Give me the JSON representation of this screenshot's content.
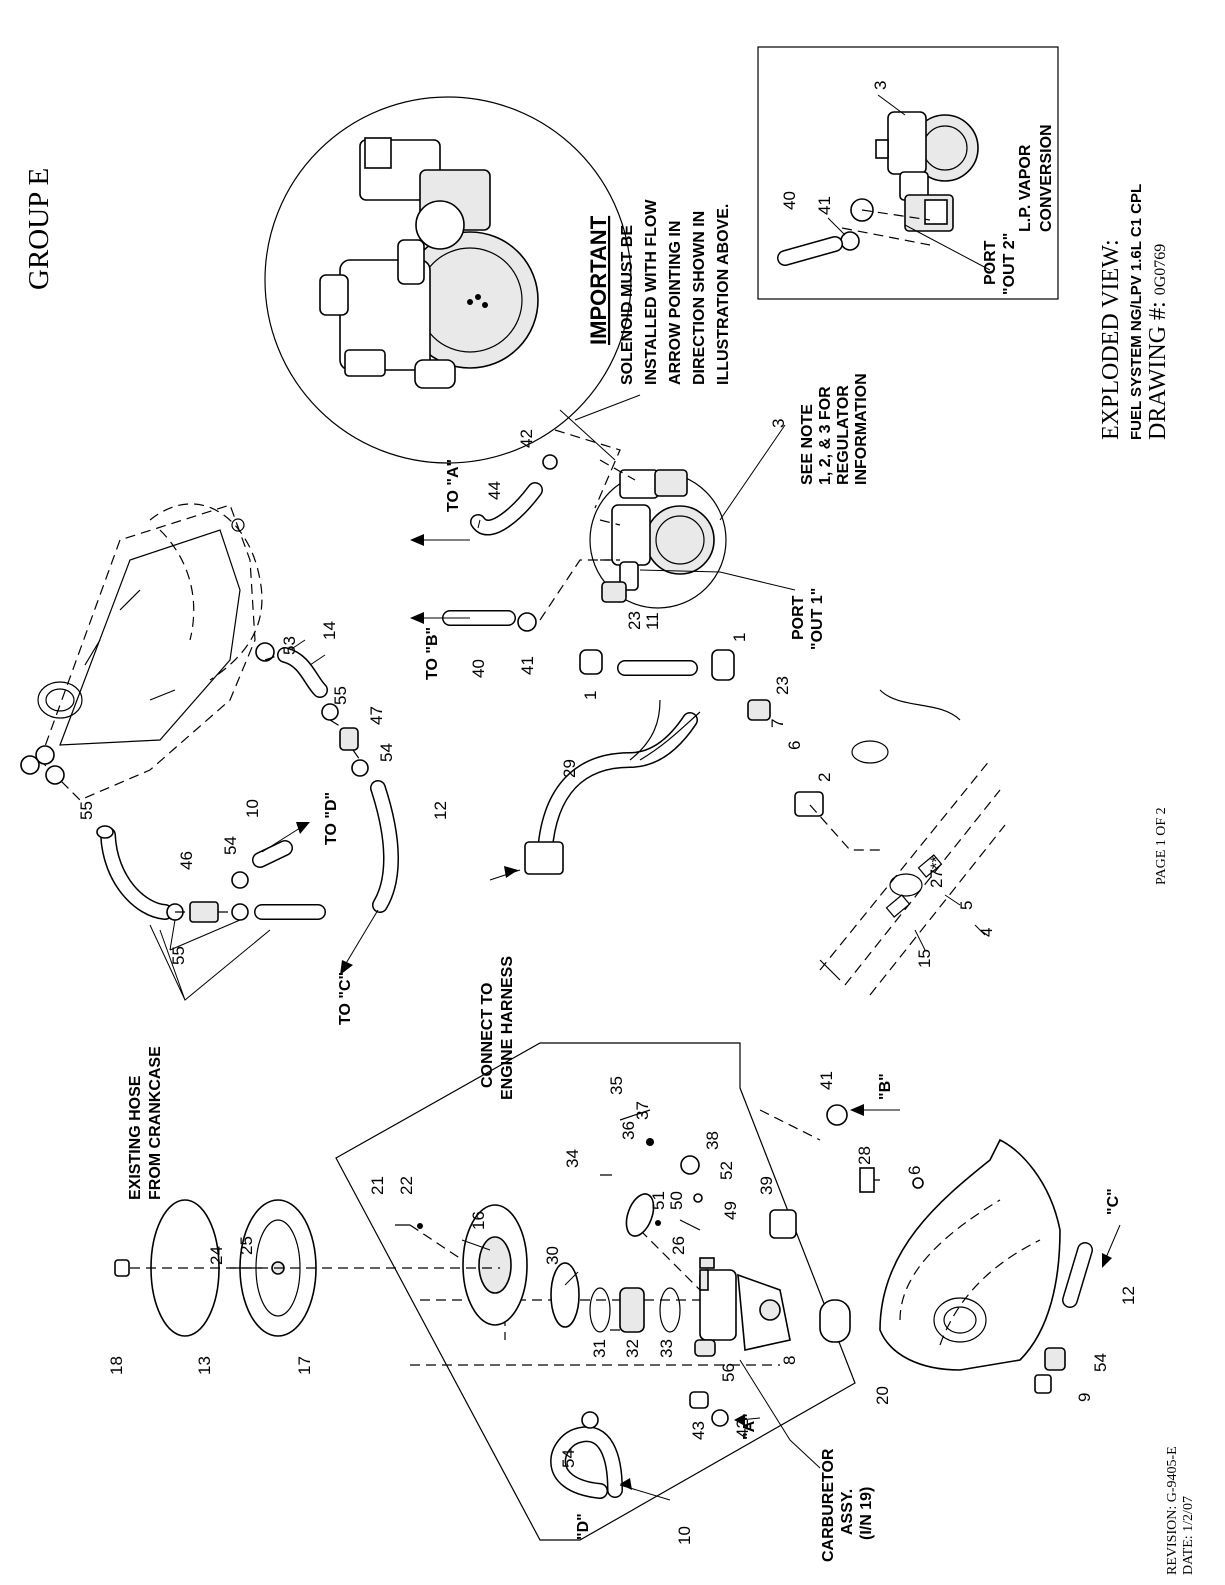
{
  "header": {
    "group_title": "GROUP E"
  },
  "title_block": {
    "view_title": "EXPLODED VIEW:",
    "subtitle": "FUEL SYSTEM NG/LPV 1.6L C1 CPL",
    "drawing_label": "DRAWING #:",
    "drawing_number": "0G0769",
    "page": "PAGE 1 OF 2",
    "revision": "REVISION: G-9405-E",
    "date": "DATE:  1/2/07"
  },
  "notes": {
    "important_heading": "IMPORTANT",
    "important_lines": [
      "SOLENOID MUST BE",
      "INSTALLED WITH FLOW",
      "ARROW POINTING IN",
      "DIRECTION SHOWN IN",
      "ILLUSTRATION ABOVE."
    ],
    "regulator_note": [
      "SEE NOTE",
      "1, 2, & 3 FOR",
      "REGULATOR",
      "INFORMATION"
    ],
    "lp_vapor": [
      "L.P. VAPOR",
      "CONVERSION"
    ],
    "existing_hose": [
      "EXISTING HOSE",
      "FROM CRANKCASE"
    ],
    "connect_harness": [
      "CONNECT TO",
      "ENGINE HARNESS"
    ],
    "carburetor": [
      "CARBURETOR",
      "ASSY.",
      "(I/N 19)"
    ]
  },
  "callouts": {
    "to_a": "TO \"A\"",
    "to_b": "TO \"B\"",
    "to_c": "TO \"C\"",
    "to_d": "TO \"D\"",
    "a": "\"A\"",
    "b": "\"B\"",
    "c": "\"C\"",
    "d": "\"D\"",
    "port_out1": [
      "PORT",
      "\"OUT 1\""
    ],
    "port_out2": [
      "PORT",
      "\"OUT 2\""
    ]
  },
  "part_numbers": {
    "p1a": "1",
    "p1b": "1",
    "p2": "2",
    "p3a": "3",
    "p3b": "3",
    "p4": "4",
    "p5": "5",
    "p6a": "6",
    "p6b": "6",
    "p7": "7",
    "p8": "8",
    "p9": "9",
    "p10a": "10",
    "p10b": "10",
    "p11": "11",
    "p12a": "12",
    "p12b": "12",
    "p13": "13",
    "p14": "14",
    "p15": "15",
    "p16": "16",
    "p17": "17",
    "p18": "18",
    "p20": "20",
    "p21": "21",
    "p22": "22",
    "p23a": "23",
    "p23b": "23",
    "p24": "24",
    "p25": "25",
    "p26": "26",
    "p27": "27**",
    "p28": "28",
    "p29": "29",
    "p30": "30",
    "p31": "31",
    "p32": "32",
    "p33": "33",
    "p34": "34",
    "p35": "35",
    "p36": "36",
    "p37": "37",
    "p38": "38",
    "p39": "39",
    "p40a": "40",
    "p40b": "40",
    "p41a": "41",
    "p41b": "41",
    "p41c": "41",
    "p42a": "42",
    "p42b": "42",
    "p43": "43",
    "p44": "44",
    "p46": "46",
    "p47": "47",
    "p49": "49",
    "p50": "50",
    "p51": "51",
    "p52": "52",
    "p53": "53",
    "p54a": "54",
    "p54b": "54",
    "p54c": "54",
    "p54d": "54",
    "p55a": "55",
    "p55b": "55",
    "p55c": "55",
    "p56": "56"
  }
}
